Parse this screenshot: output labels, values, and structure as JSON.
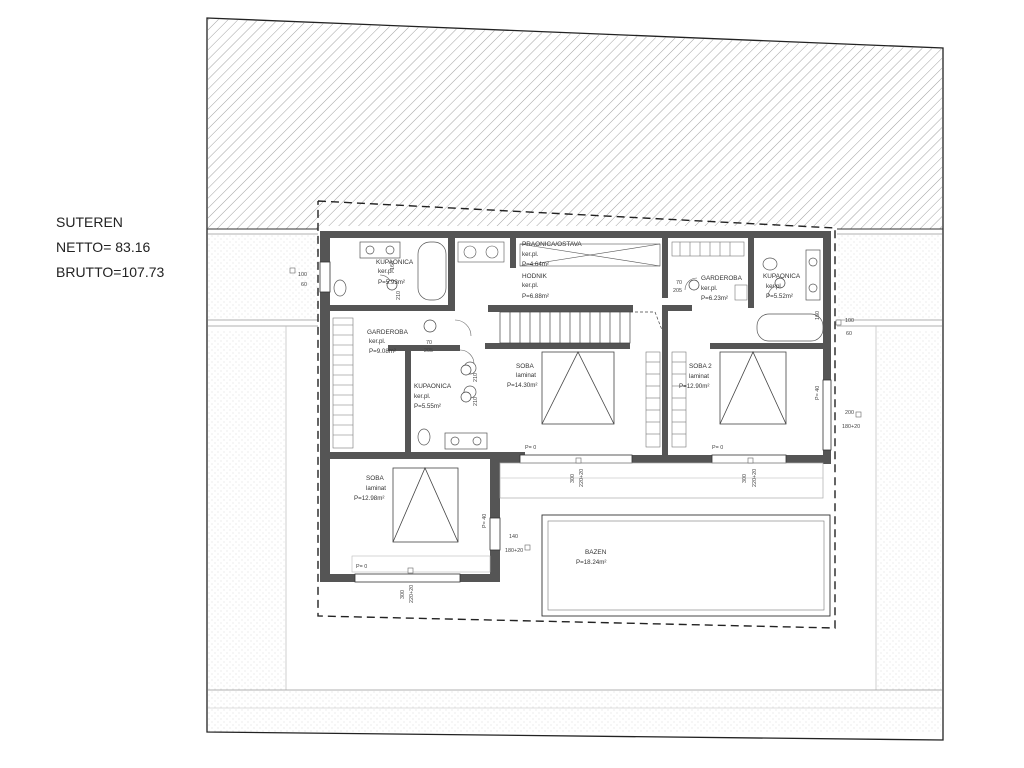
{
  "summary": {
    "title": "SUTEREN",
    "netto": "NETTO= 83.16",
    "brutto": "BRUTTO=107.73"
  },
  "rooms": {
    "kupaonica_1": {
      "name": "KUPAONICA",
      "floor": "ker.pl.",
      "area": "P=5.93m²"
    },
    "garderoba_1": {
      "name": "GARDEROBA",
      "floor": "ker.pl.",
      "area": "P=9.08m²"
    },
    "kupaonica_2": {
      "name": "KUPAONICA",
      "floor": "ker.pl.",
      "area": "P=5.55m²"
    },
    "soba_1": {
      "name": "SOBA",
      "floor": "laminat",
      "area": "P=12.98m²"
    },
    "praonica": {
      "name": "PRAONICA/OSTAVA",
      "floor": "ker.pl.",
      "area": "P=4.64m²"
    },
    "hodnik": {
      "name": "HODNIK",
      "floor": "ker.pl.",
      "area": "P=6.88m²"
    },
    "soba_main": {
      "name": "SOBA",
      "floor": "laminat",
      "area": "P=14.30m²"
    },
    "garderoba_2": {
      "name": "GARDEROBA",
      "floor": "ker.pl.",
      "area": "P=6.23m²"
    },
    "kupaonica_3": {
      "name": "KUPAONICA",
      "floor": "ker.pl.",
      "area": "P=5.52m²"
    },
    "soba_2": {
      "name": "SOBA 2",
      "floor": "laminat",
      "area": "P=12.90m²"
    },
    "bazen": {
      "name": "BAZEN",
      "area": "P=18.24m²"
    }
  },
  "dimensions": {
    "d100": "100",
    "d60": "60",
    "d140": "140",
    "d70": "70",
    "d205": "205",
    "d200": "200",
    "d180x20": "180+20",
    "d300": "300",
    "d220x20": "220+20",
    "dP0": "P= 0",
    "dP40": "P= 40",
    "d160": "160",
    "d210": "210"
  },
  "colors": {
    "wall": "#555555",
    "line": "#333333",
    "hatch": "#8a8a8a",
    "light": "#b5b5b5"
  }
}
